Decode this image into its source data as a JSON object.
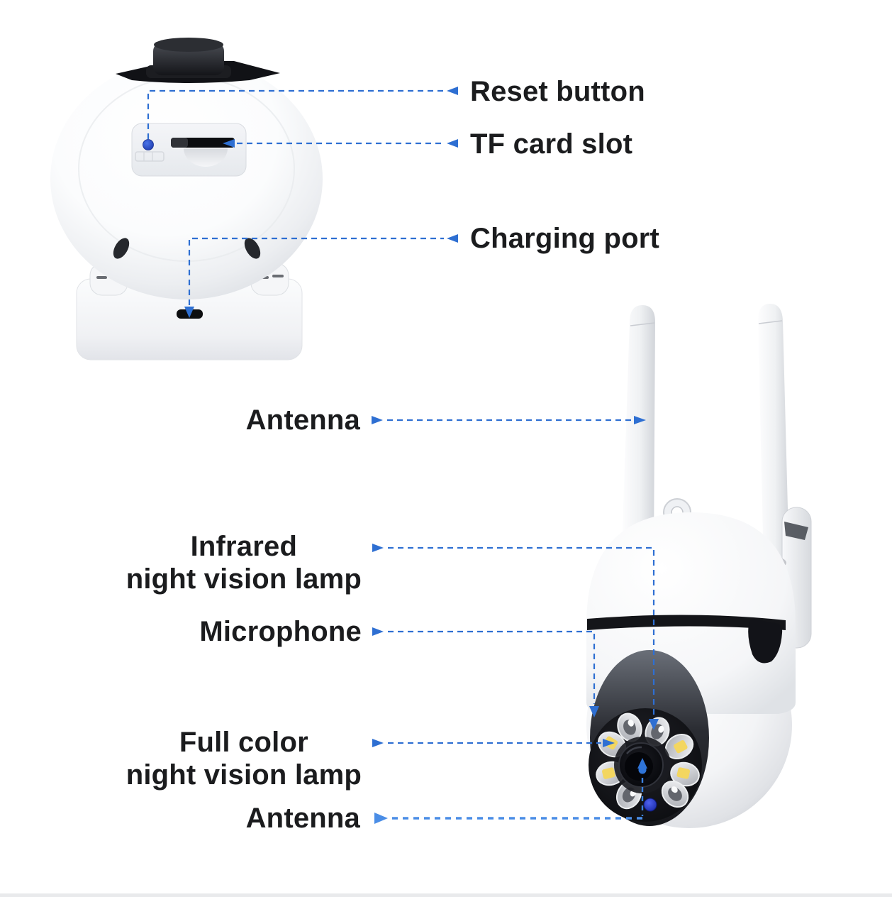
{
  "diagram_title": "security camera parts annotation",
  "labels": {
    "reset_button": "Reset button",
    "tf_card_slot": "TF card slot",
    "charging_port": "Charging port",
    "antenna_top": "Antenna",
    "infrared_line1": "Infrared",
    "infrared_line2": "night vision lamp",
    "microphone": "Microphone",
    "full_color_line1": "Full color",
    "full_color_line2": "night vision lamp",
    "antenna_bottom": "Antenna"
  },
  "colors": {
    "background": "#ffffff",
    "leader_line_blue": "#2e6fd2",
    "leader_line_blue_thick": "#4a8de6",
    "label_text": "#1b1c1e",
    "reset_button_blue": "#2f55d0",
    "device_black": "#141519",
    "led_warm_yellow": "#f3d660",
    "indicator_led_blue": "#2436c8"
  },
  "icons": {
    "leader_arrow": "solid triangle arrowhead on dashed leader line"
  }
}
